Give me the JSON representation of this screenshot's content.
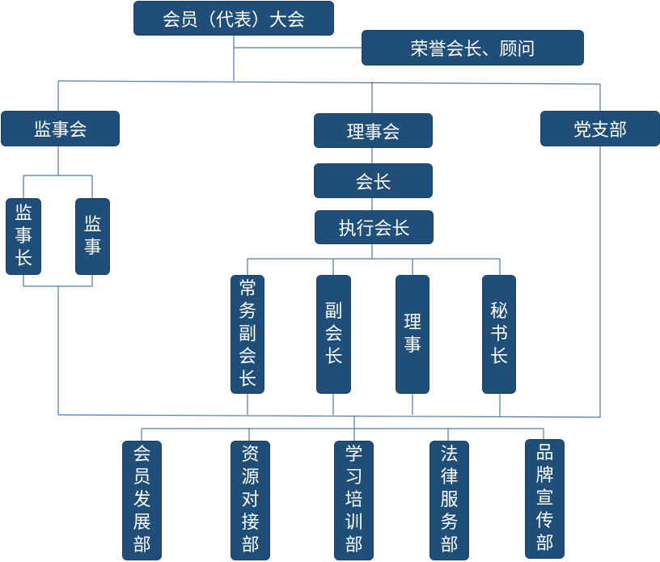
{
  "nodes": {
    "assembly": "会员（代表）大会",
    "honorary": "荣誉会长、顾问",
    "supervisory_board": "监事会",
    "council": "理事会",
    "party_branch": "党支部",
    "chief_supervisor": "监事长",
    "supervisor": "监事",
    "president": "会长",
    "executive_president": "执行会长",
    "standing_vice_president": "常务副会长",
    "vice_president": "副会长",
    "director": "理事",
    "secretary_general": "秘书长",
    "member_development": "会员发展部",
    "resource_matching": "资源对接部",
    "training": "学习培训部",
    "legal_services": "法律服务部",
    "brand_promotion": "品牌宣传部"
  },
  "colors": {
    "box": "#1f4e79",
    "text": "#ffffff",
    "line": "#4a7ab0"
  }
}
